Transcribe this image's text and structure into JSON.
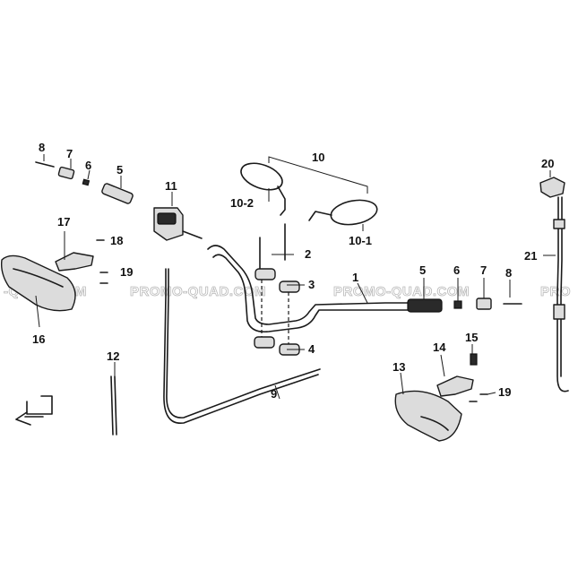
{
  "diagram": {
    "callouts": {
      "c1": "1",
      "c2": "2",
      "c3": "3",
      "c4": "4",
      "c5_left": "5",
      "c5_right": "5",
      "c6_left": "6",
      "c6_right": "6",
      "c7_left": "7",
      "c7_right": "7",
      "c8_left": "8",
      "c8_right": "8",
      "c9": "9",
      "c10": "10",
      "c10_1": "10-1",
      "c10_2": "10-2",
      "c11": "11",
      "c12": "12",
      "c13": "13",
      "c14": "14",
      "c15": "15",
      "c16": "16",
      "c17": "17",
      "c18": "18",
      "c19_left": "19",
      "c19_right": "19",
      "c20": "20",
      "c21": "21"
    },
    "watermark": {
      "w1": "-QUAD.COM",
      "w2": "PROMO-QUAD.COM",
      "w3": "PROMO-QUAD.COM",
      "w4": "PRO"
    }
  }
}
